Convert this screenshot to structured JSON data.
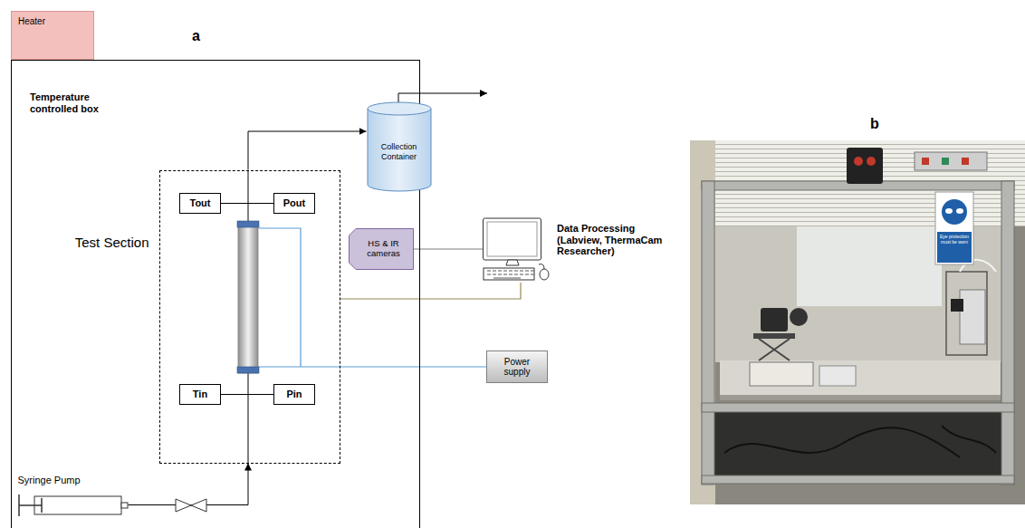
{
  "diagram": {
    "nodes": [
      {
        "text": [
          "Heater"
        ]
      },
      {
        "text": [
          "Temperature controlled box"
        ]
      },
      {
        "text": [
          "Collection Container"
        ],
        "in": 1
      },
      {
        "text": [
          "Test Section"
        ],
        "in": 1
      },
      {
        "text": [
          "Tout"
        ],
        "in": 3
      },
      {
        "text": [
          "Pout"
        ],
        "in": 3
      },
      {
        "text": [
          "Tin"
        ],
        "in": 3
      },
      {
        "text": [
          "Pin"
        ],
        "in": 3
      },
      {
        "text": [
          "HS & IR cameras"
        ],
        "in": 1
      },
      {
        "text": [
          "Data Processing (Labview, ThermaCam Researcher)"
        ]
      },
      {
        "text": [
          "Power supply"
        ]
      },
      {
        "text": [
          "Syringe Pump"
        ],
        "in": 1
      }
    ],
    "edges": [
      {
        "from": 4,
        "to": 5,
        "arrow": "none"
      },
      {
        "from": 6,
        "to": 7,
        "arrow": "none"
      },
      {
        "from": 11,
        "to": 3,
        "arrow": "to"
      },
      {
        "from": 3,
        "to": 2,
        "arrow": "to"
      },
      {
        "from": 8,
        "to": 9,
        "arrow": "none"
      },
      {
        "from": 9,
        "to": 3,
        "arrow": "none"
      },
      {
        "from": 3,
        "to": 10,
        "arrow": "none"
      }
    ],
    "labels": [
      "a",
      "b",
      "Eye protection must be worn"
    ]
  }
}
